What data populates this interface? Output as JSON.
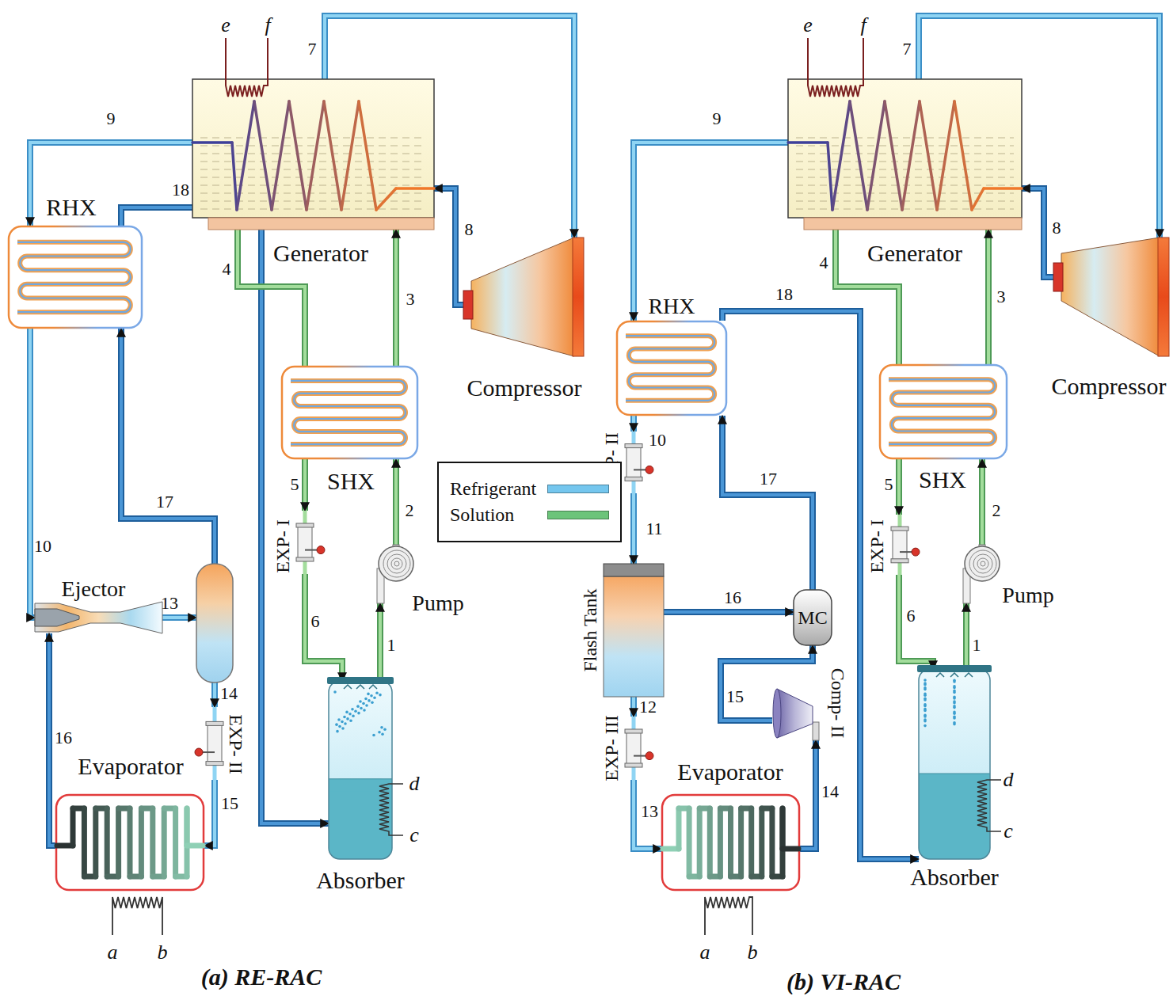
{
  "diagram": {
    "nodes": [
      {
        "text": [
          "Generator"
        ]
      },
      {
        "text": [
          "Compressor"
        ]
      },
      {
        "text": [
          "RHX"
        ]
      },
      {
        "text": [
          "SHX"
        ]
      },
      {
        "text": [
          "Ejector"
        ]
      },
      {
        "text": [
          "EXP- I"
        ]
      },
      {
        "text": [
          "Pump"
        ]
      },
      {
        "text": [
          "EXP- II"
        ]
      },
      {
        "text": [
          "Evaporator"
        ]
      },
      {
        "text": [
          "Absorber"
        ]
      },
      {
        "text": [
          "Generator"
        ]
      },
      {
        "text": [
          "Compressor"
        ]
      },
      {
        "text": [
          "RHX"
        ]
      },
      {
        "text": [
          "SHX"
        ]
      },
      {
        "text": [
          "EXP- II"
        ]
      },
      {
        "text": [
          "EXP- I"
        ]
      },
      {
        "text": [
          "Pump"
        ]
      },
      {
        "text": [
          "Flash Tank"
        ]
      },
      {
        "text": [
          "MC"
        ]
      },
      {
        "text": [
          "Comp- II"
        ]
      },
      {
        "text": [
          "EXP- III"
        ]
      },
      {
        "text": [
          "Evaporator"
        ]
      },
      {
        "text": [
          "Absorber"
        ]
      }
    ],
    "edges": [
      {
        "from": 0,
        "to": 1,
        "label": "7",
        "arrow": "to"
      },
      {
        "from": 1,
        "to": 0,
        "label": "8",
        "arrow": "to"
      },
      {
        "from": 0,
        "to": 2,
        "label": "9",
        "arrow": "to"
      },
      {
        "from": 2,
        "to": 4,
        "label": "10",
        "arrow": "to"
      },
      {
        "from": 2,
        "to": 9,
        "label": "18",
        "arrow": "to"
      },
      {
        "from": 0,
        "to": 3,
        "label": "4",
        "arrow": "none"
      },
      {
        "from": 3,
        "to": 0,
        "label": "3",
        "arrow": "to"
      },
      {
        "from": 3,
        "to": 5,
        "label": "5",
        "arrow": "to"
      },
      {
        "from": 5,
        "to": 9,
        "label": "6",
        "arrow": "to"
      },
      {
        "from": 6,
        "to": 3,
        "label": "2",
        "arrow": "to"
      },
      {
        "from": 9,
        "to": 6,
        "label": "1",
        "arrow": "to"
      },
      {
        "from": 7,
        "to": 8,
        "label": "15",
        "arrow": "to"
      },
      {
        "from": 8,
        "to": 4,
        "label": "16",
        "arrow": "to"
      },
      {
        "from": 10,
        "to": 11,
        "label": "7",
        "arrow": "to"
      },
      {
        "from": 11,
        "to": 10,
        "label": "8",
        "arrow": "to"
      },
      {
        "from": 10,
        "to": 12,
        "label": "9",
        "arrow": "to"
      },
      {
        "from": 12,
        "to": 14,
        "label": "10",
        "arrow": "to"
      },
      {
        "from": 14,
        "to": 17,
        "label": "11",
        "arrow": "to"
      },
      {
        "from": 17,
        "to": 20,
        "label": "12",
        "arrow": "to"
      },
      {
        "from": 20,
        "to": 21,
        "label": "13",
        "arrow": "to"
      },
      {
        "from": 21,
        "to": 19,
        "label": "14",
        "arrow": "to"
      },
      {
        "from": 19,
        "to": 18,
        "label": "15",
        "arrow": "to"
      },
      {
        "from": 17,
        "to": 18,
        "label": "16",
        "arrow": "to"
      },
      {
        "from": 18,
        "to": 12,
        "label": "17",
        "arrow": "to"
      },
      {
        "from": 12,
        "to": 22,
        "label": "18",
        "arrow": "to"
      },
      {
        "from": 10,
        "to": 13,
        "label": "4",
        "arrow": "none"
      },
      {
        "from": 13,
        "to": 10,
        "label": "3",
        "arrow": "to"
      },
      {
        "from": 13,
        "to": 15,
        "label": "5",
        "arrow": "to"
      },
      {
        "from": 15,
        "to": 22,
        "label": "6",
        "arrow": "to"
      },
      {
        "from": 16,
        "to": 13,
        "label": "2",
        "arrow": "to"
      },
      {
        "from": 22,
        "to": 16,
        "label": "1",
        "arrow": "to"
      }
    ],
    "labels": [
      "e",
      "f",
      "13",
      "14",
      "17",
      "d",
      "c",
      "a",
      "b",
      "(a) RE-RAC",
      "e",
      "f",
      "d",
      "c",
      "a",
      "b",
      "(b) VI-RAC"
    ],
    "legend": [
      {
        "text": "Refrigerant",
        "color": "#74c6ee"
      },
      {
        "text": "Solution",
        "color": "#6cc47a"
      }
    ]
  }
}
